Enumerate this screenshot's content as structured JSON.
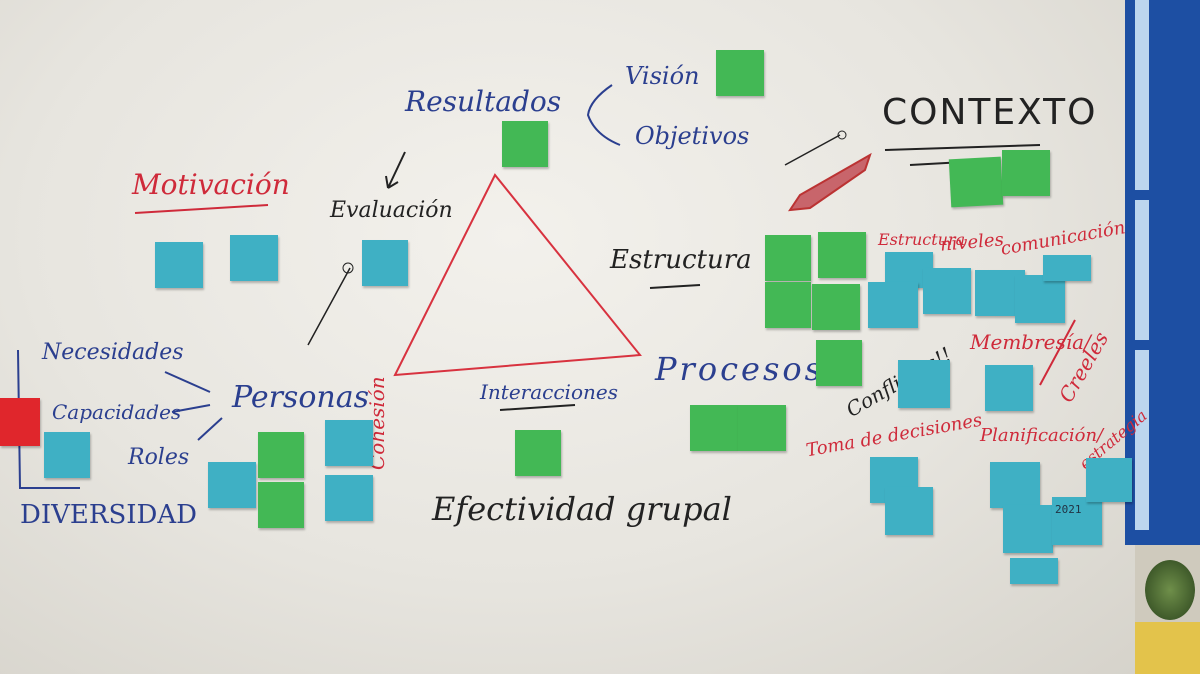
{
  "labels": {
    "resultados": "Resultados",
    "vision": "Visión",
    "objetivos": "Objetivos",
    "contexto": "CONTEXTO",
    "motivacion": "Motivación",
    "evaluacion": "Evaluación",
    "estructura": "Estructura",
    "procesos": "Procesos",
    "interacciones": "Interacciones",
    "efectividad": "Efectividad grupal",
    "necesidades": "Necesidades",
    "capacidades": "Capacidades",
    "roles": "Roles",
    "personas": "Personas",
    "diversidad": "DIVERSIDAD",
    "cohesion": "Cohesión",
    "estructura2": "Estructura",
    "niveles": "niveles",
    "comunicacion": "comunicación",
    "conflictos": "Conflictos!!",
    "membresia": "Membresía/",
    "creeles": "Creeles",
    "toma": "Toma de decisiones",
    "planificacion": "Planificación/",
    "estrategia": "estrategia"
  },
  "notes": {
    "year": "2021"
  }
}
